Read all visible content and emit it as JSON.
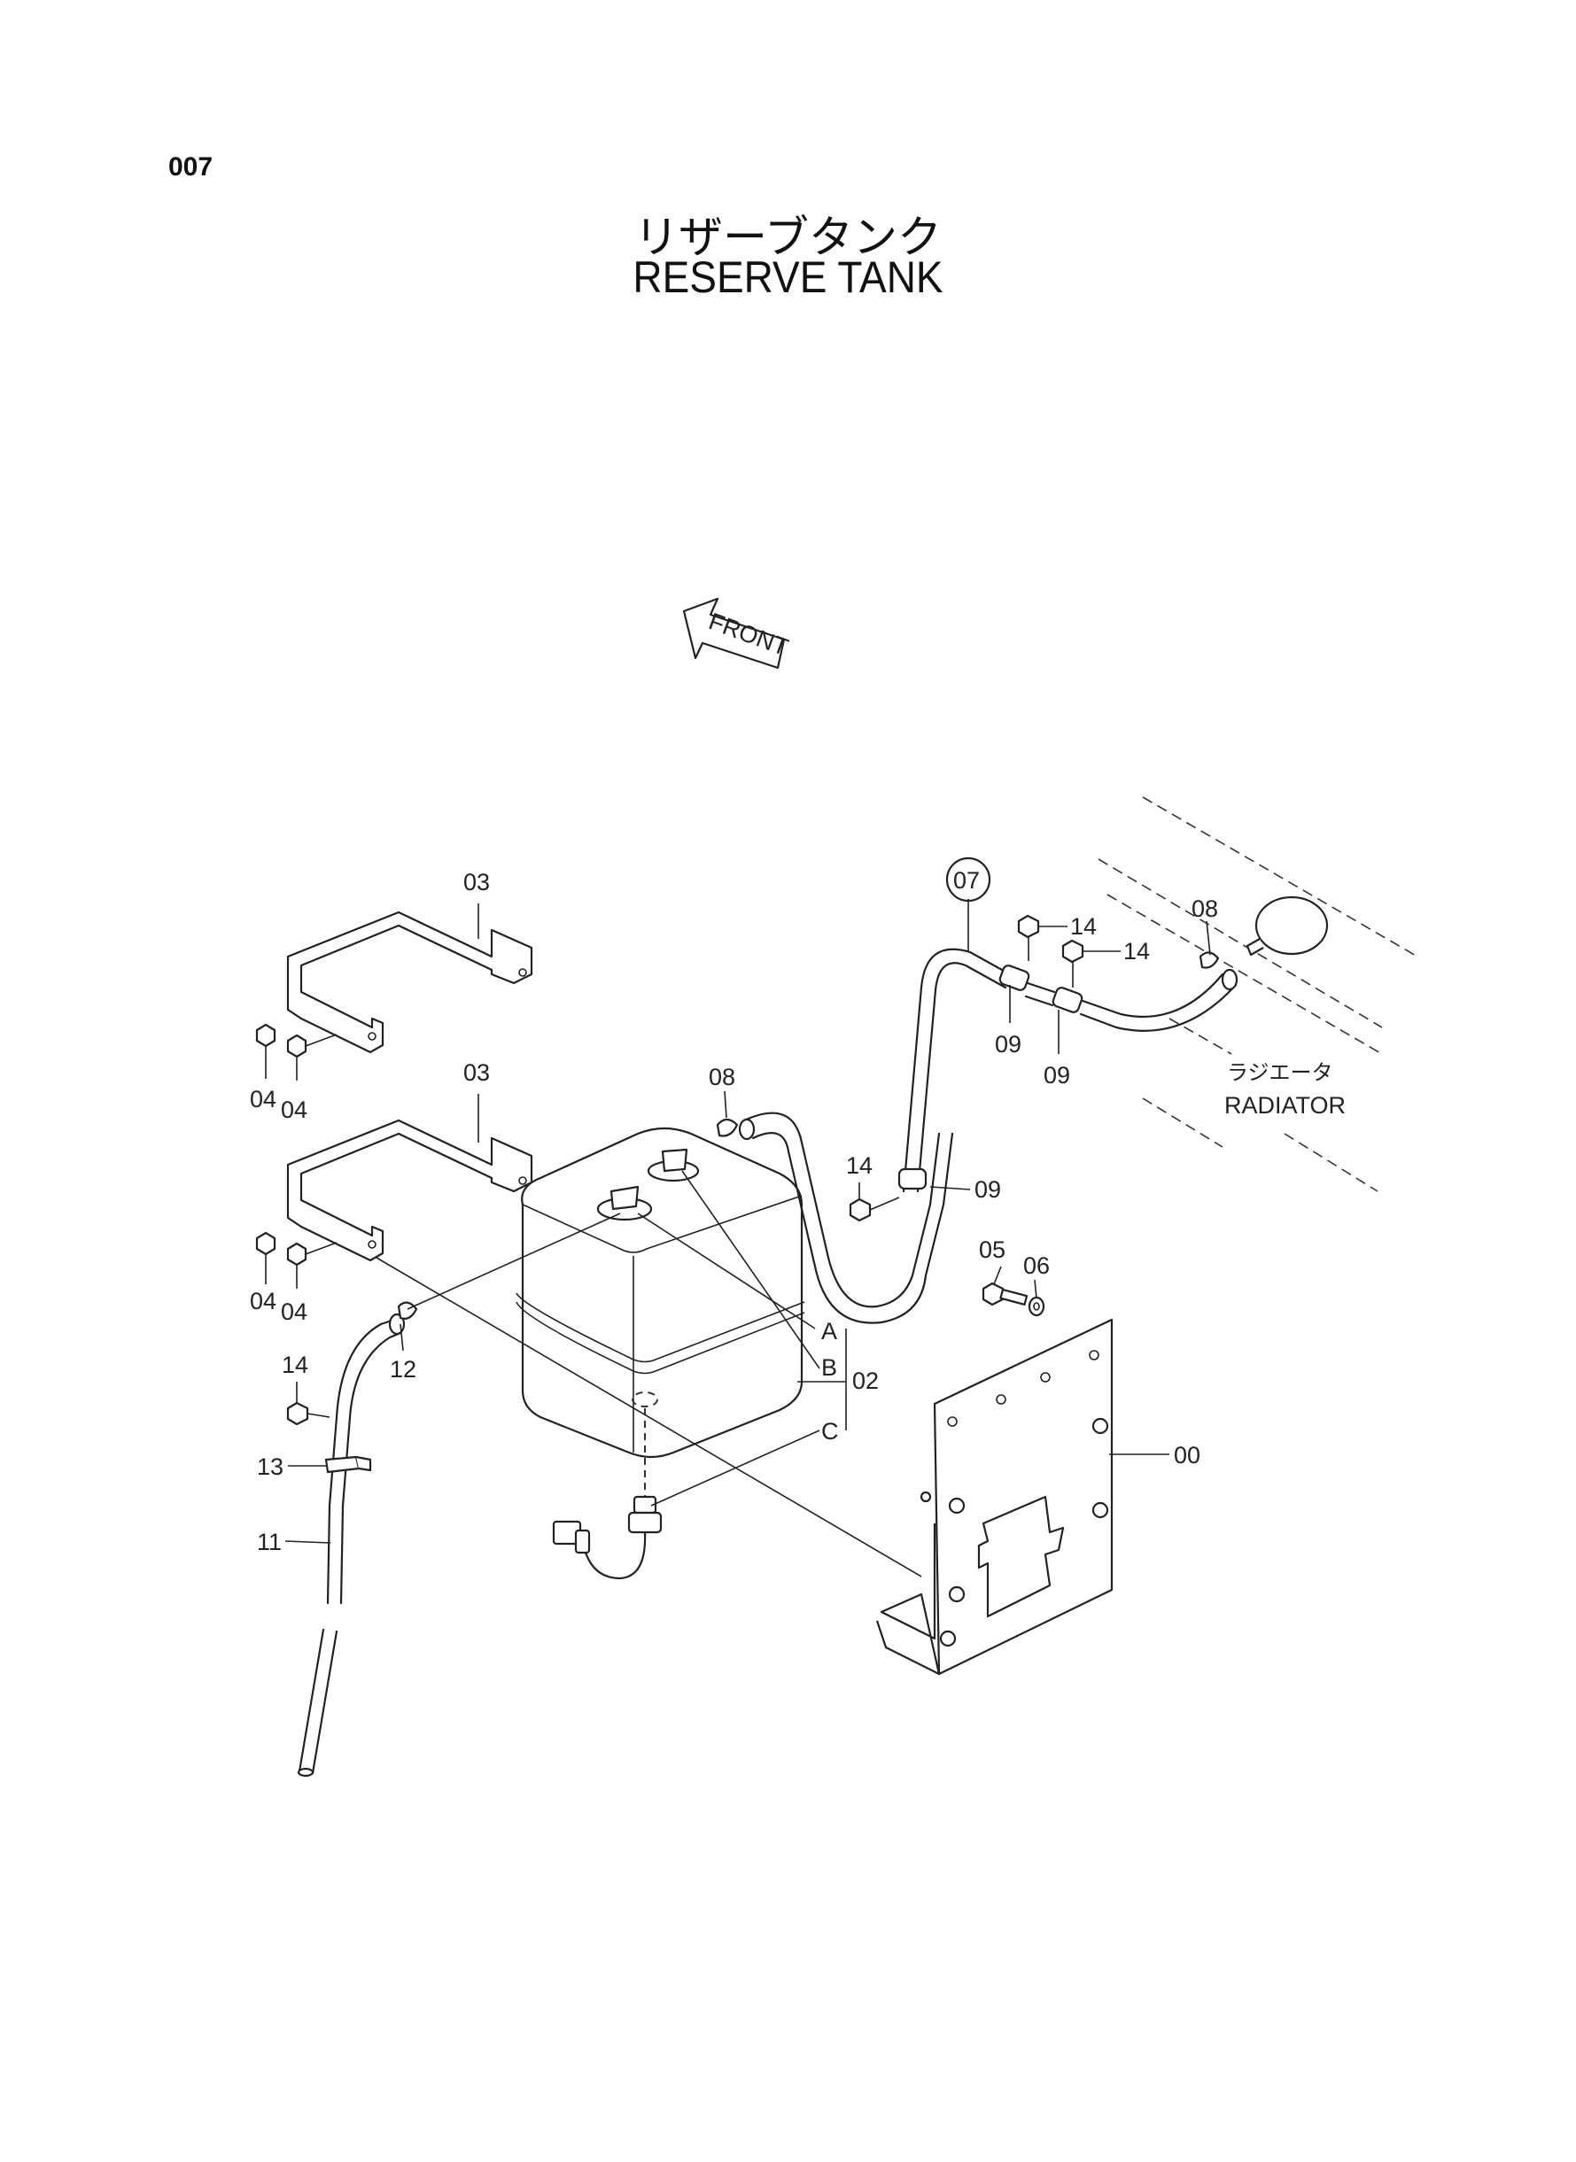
{
  "page": {
    "number": "007",
    "title_jp": "リザーブタンク",
    "title_en": "RESERVE TANK"
  },
  "diagram": {
    "front_arrow": "FRONT",
    "radiator_jp": "ラジエータ",
    "radiator_en": "RADIATOR",
    "callout_circled": "07",
    "labels": {
      "p00": "00",
      "p02": "02",
      "p03": "03",
      "p04": "04",
      "p05": "05",
      "p06": "06",
      "p08": "08",
      "p09": "09",
      "p11": "11",
      "p12": "12",
      "p13": "13",
      "p14": "14",
      "A": "A",
      "B": "B",
      "C": "C"
    }
  }
}
